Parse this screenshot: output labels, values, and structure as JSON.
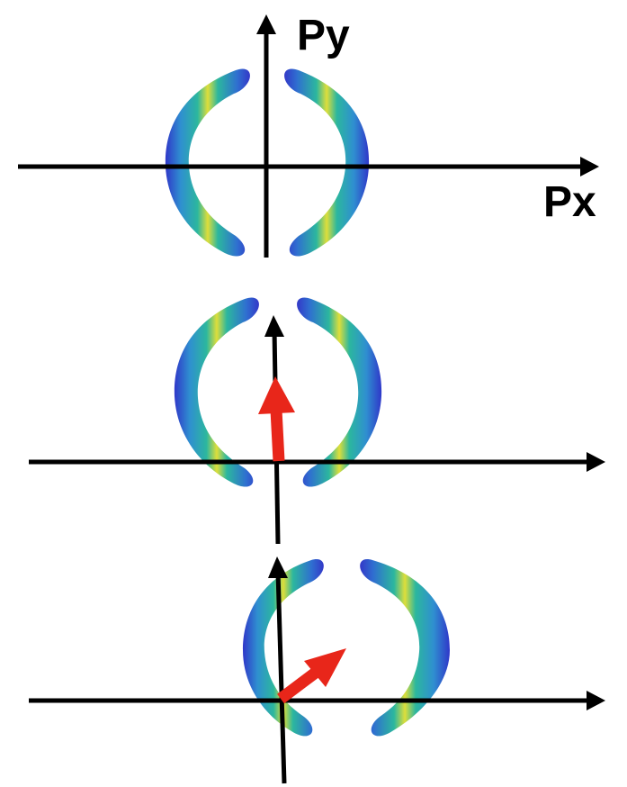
{
  "labels": {
    "py": "Py",
    "px": "Px"
  },
  "colors": {
    "axis": "#000000",
    "arrow": "#e8261a",
    "lobe_outer": "#3438c8",
    "lobe_mid": "#1f9fb0",
    "lobe_inner": "#e8e23a"
  },
  "panels": [
    {
      "name": "panel-top",
      "has_momentum_arrow": false
    },
    {
      "name": "panel-middle",
      "has_momentum_arrow": true,
      "arrow_direction": "up"
    },
    {
      "name": "panel-bottom",
      "has_momentum_arrow": true,
      "arrow_direction": "up-right"
    }
  ]
}
